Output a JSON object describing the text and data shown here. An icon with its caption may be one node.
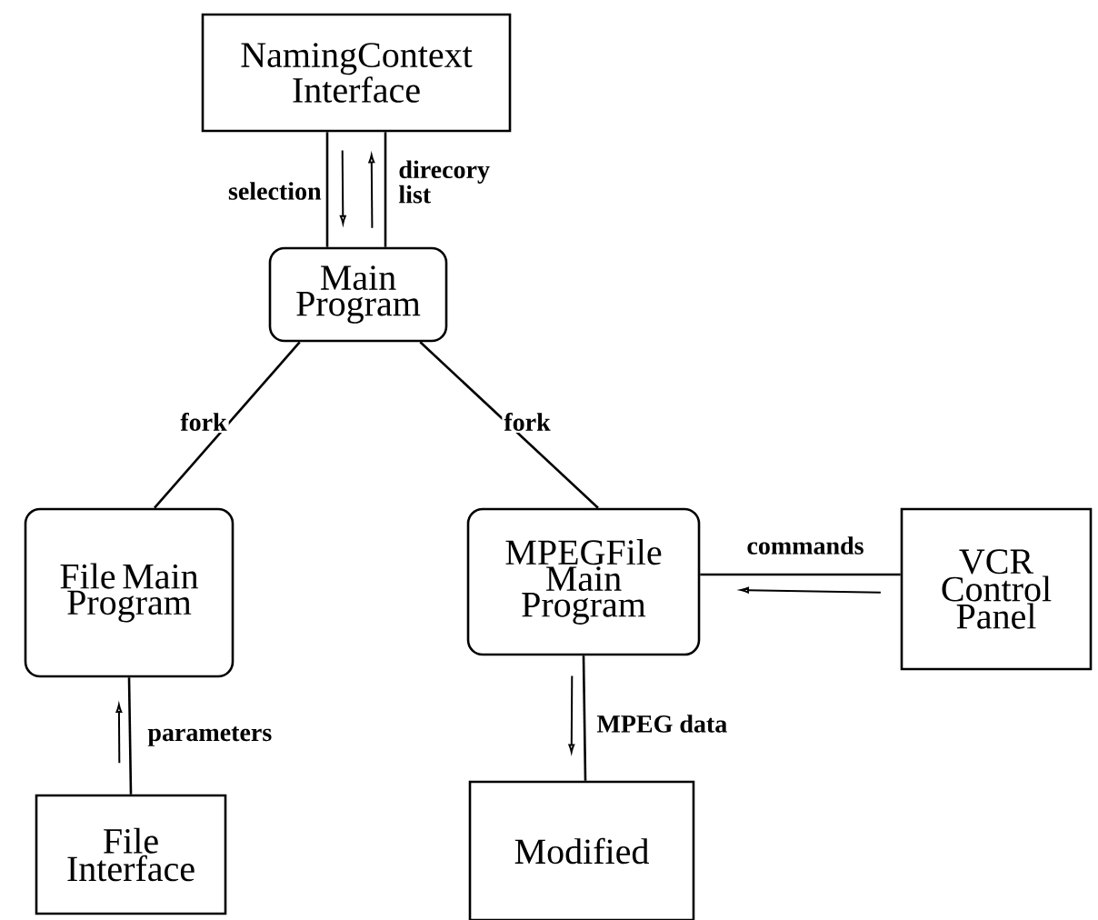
{
  "diagram": {
    "nodes": [
      {
        "text": [
          "NamingContext Interface"
        ]
      },
      {
        "text": [
          "Main Program"
        ]
      },
      {
        "text": [
          "File Main Program"
        ]
      },
      {
        "text": [
          "MPEGFile Main Program"
        ]
      },
      {
        "text": [
          "VCR Control Panel"
        ]
      },
      {
        "text": [
          "File Interface"
        ]
      },
      {
        "text": [
          "Modified"
        ]
      }
    ],
    "edges": [
      {
        "from": 0,
        "to": 1,
        "arrow": "none",
        "label": "selection"
      },
      {
        "from": 1,
        "to": 0,
        "arrow": "none",
        "label": "direcory list"
      },
      {
        "from": 1,
        "to": 2,
        "arrow": "none",
        "label": "fork"
      },
      {
        "from": 1,
        "to": 3,
        "arrow": "none",
        "label": "fork"
      },
      {
        "from": 4,
        "to": 3,
        "arrow": "none",
        "label": "commands"
      },
      {
        "from": 5,
        "to": 2,
        "arrow": "none",
        "label": "parameters"
      },
      {
        "from": 3,
        "to": 6,
        "arrow": "none",
        "label": "MPEG data"
      }
    ]
  }
}
